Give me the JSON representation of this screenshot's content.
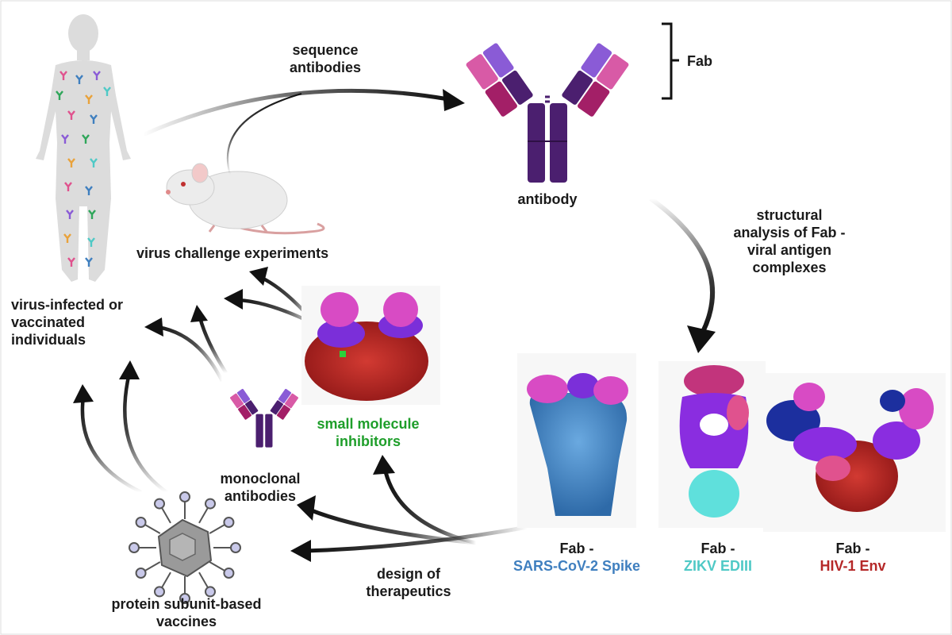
{
  "labels": {
    "sequence_antibodies": [
      "sequence",
      "antibodies"
    ],
    "fab": "Fab",
    "antibody": "antibody",
    "structural": [
      "structural",
      "analysis of Fab -",
      "viral antigen",
      "complexes"
    ],
    "virus_challenge": "virus challenge experiments",
    "infected": [
      "virus-infected or",
      "vaccinated",
      "individuals"
    ],
    "small_molecule": [
      "small molecule",
      "inhibitors"
    ],
    "monoclonal": [
      "monoclonal",
      "antibodies"
    ],
    "protein_vaccines": [
      "protein subunit-based",
      "vaccines"
    ],
    "design": [
      "design of",
      "therapeutics"
    ],
    "fab_sars": [
      "Fab -",
      "SARS-CoV-2 Spike"
    ],
    "fab_zikv": [
      "Fab -",
      "ZIKV EDIII"
    ],
    "fab_hiv": [
      "Fab -",
      "HIV-1 Env"
    ]
  },
  "colors": {
    "text": "#1a1a1a",
    "small_molecule": "#1e9e2a",
    "sars": "#3f7fbf",
    "zikv": "#4fc9c6",
    "hiv": "#b52828",
    "antibody_heavy": "#4b1f6f",
    "antibody_light_pink": "#c8458c",
    "antibody_light_purple": "#8a5bd6"
  }
}
